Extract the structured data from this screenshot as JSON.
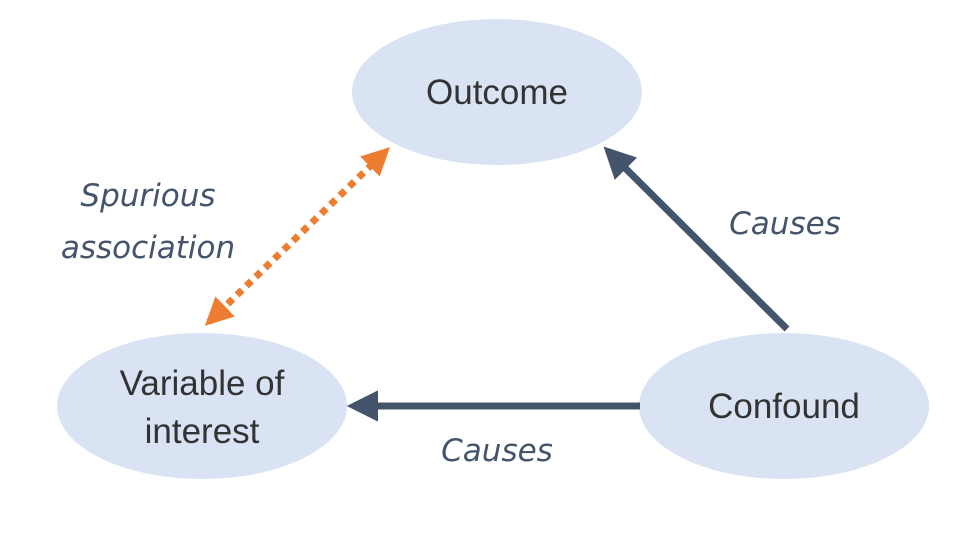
{
  "nodes": {
    "outcome": {
      "label": "Outcome"
    },
    "variable_of_interest": {
      "label_line1": "Variable of",
      "label_line2": "interest"
    },
    "confound": {
      "label": "Confound"
    }
  },
  "edges": {
    "spurious": {
      "label_line1": "Spurious",
      "label_line2": "association",
      "style": "dotted",
      "direction": "bidirectional"
    },
    "confound_to_outcome": {
      "label": "Causes",
      "direction": "confound -> outcome"
    },
    "confound_to_variable": {
      "label": "Causes",
      "direction": "confound -> variable of interest"
    }
  },
  "colors": {
    "node_fill": "#DAE3F3",
    "causal_arrow": "#44546A",
    "spurious_arrow": "#ED7D31",
    "node_text": "#333333",
    "edge_text": "#44546A"
  }
}
